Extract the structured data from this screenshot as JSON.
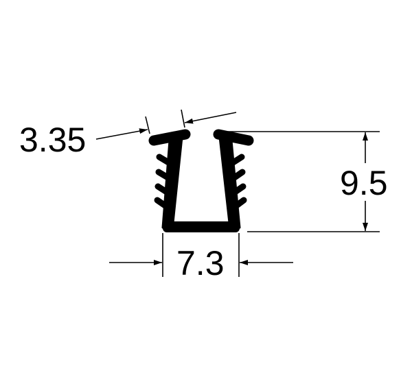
{
  "diagram": {
    "type": "U-channel seal profile cross-section",
    "colors": {
      "profile": "#000000",
      "background": "#ffffff"
    },
    "dimensions": {
      "lip_gap": "3.35",
      "height": "9.5",
      "width": "7.3"
    }
  }
}
